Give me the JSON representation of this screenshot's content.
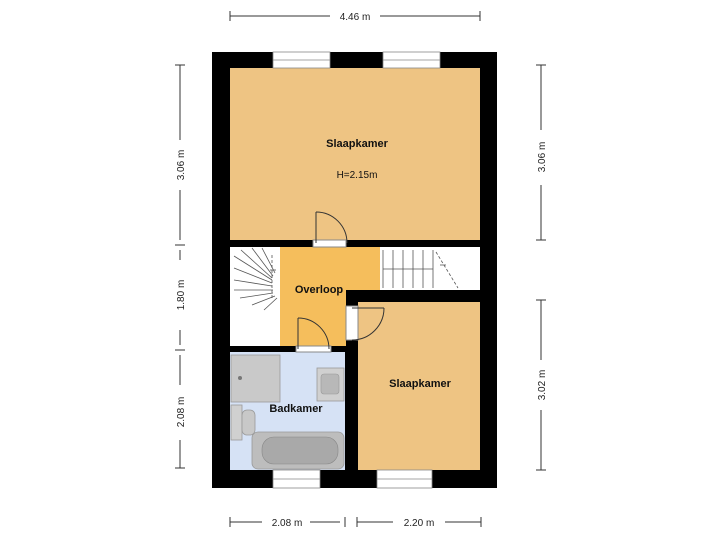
{
  "dimensions": {
    "top": "4.46 m",
    "left_upper": "3.06 m",
    "left_middle": "1.80 m",
    "left_lower": "2.08 m",
    "right_upper": "3.06 m",
    "right_lower": "3.02 m",
    "bottom_left": "2.08 m",
    "bottom_right": "2.20 m"
  },
  "rooms": {
    "bedroom_top": {
      "name": "Slaapkamer",
      "height": "H=2.15m"
    },
    "landing": {
      "name": "Overloop"
    },
    "bedroom_bottom": {
      "name": "Slaapkamer"
    },
    "bathroom": {
      "name": "Badkamer"
    }
  },
  "colors": {
    "bedroom": "#EEC483",
    "landing": "#F5BE5C",
    "bathroom": "#D6E2F5",
    "wall": "#000000",
    "stairs": "#FFFFFF"
  }
}
